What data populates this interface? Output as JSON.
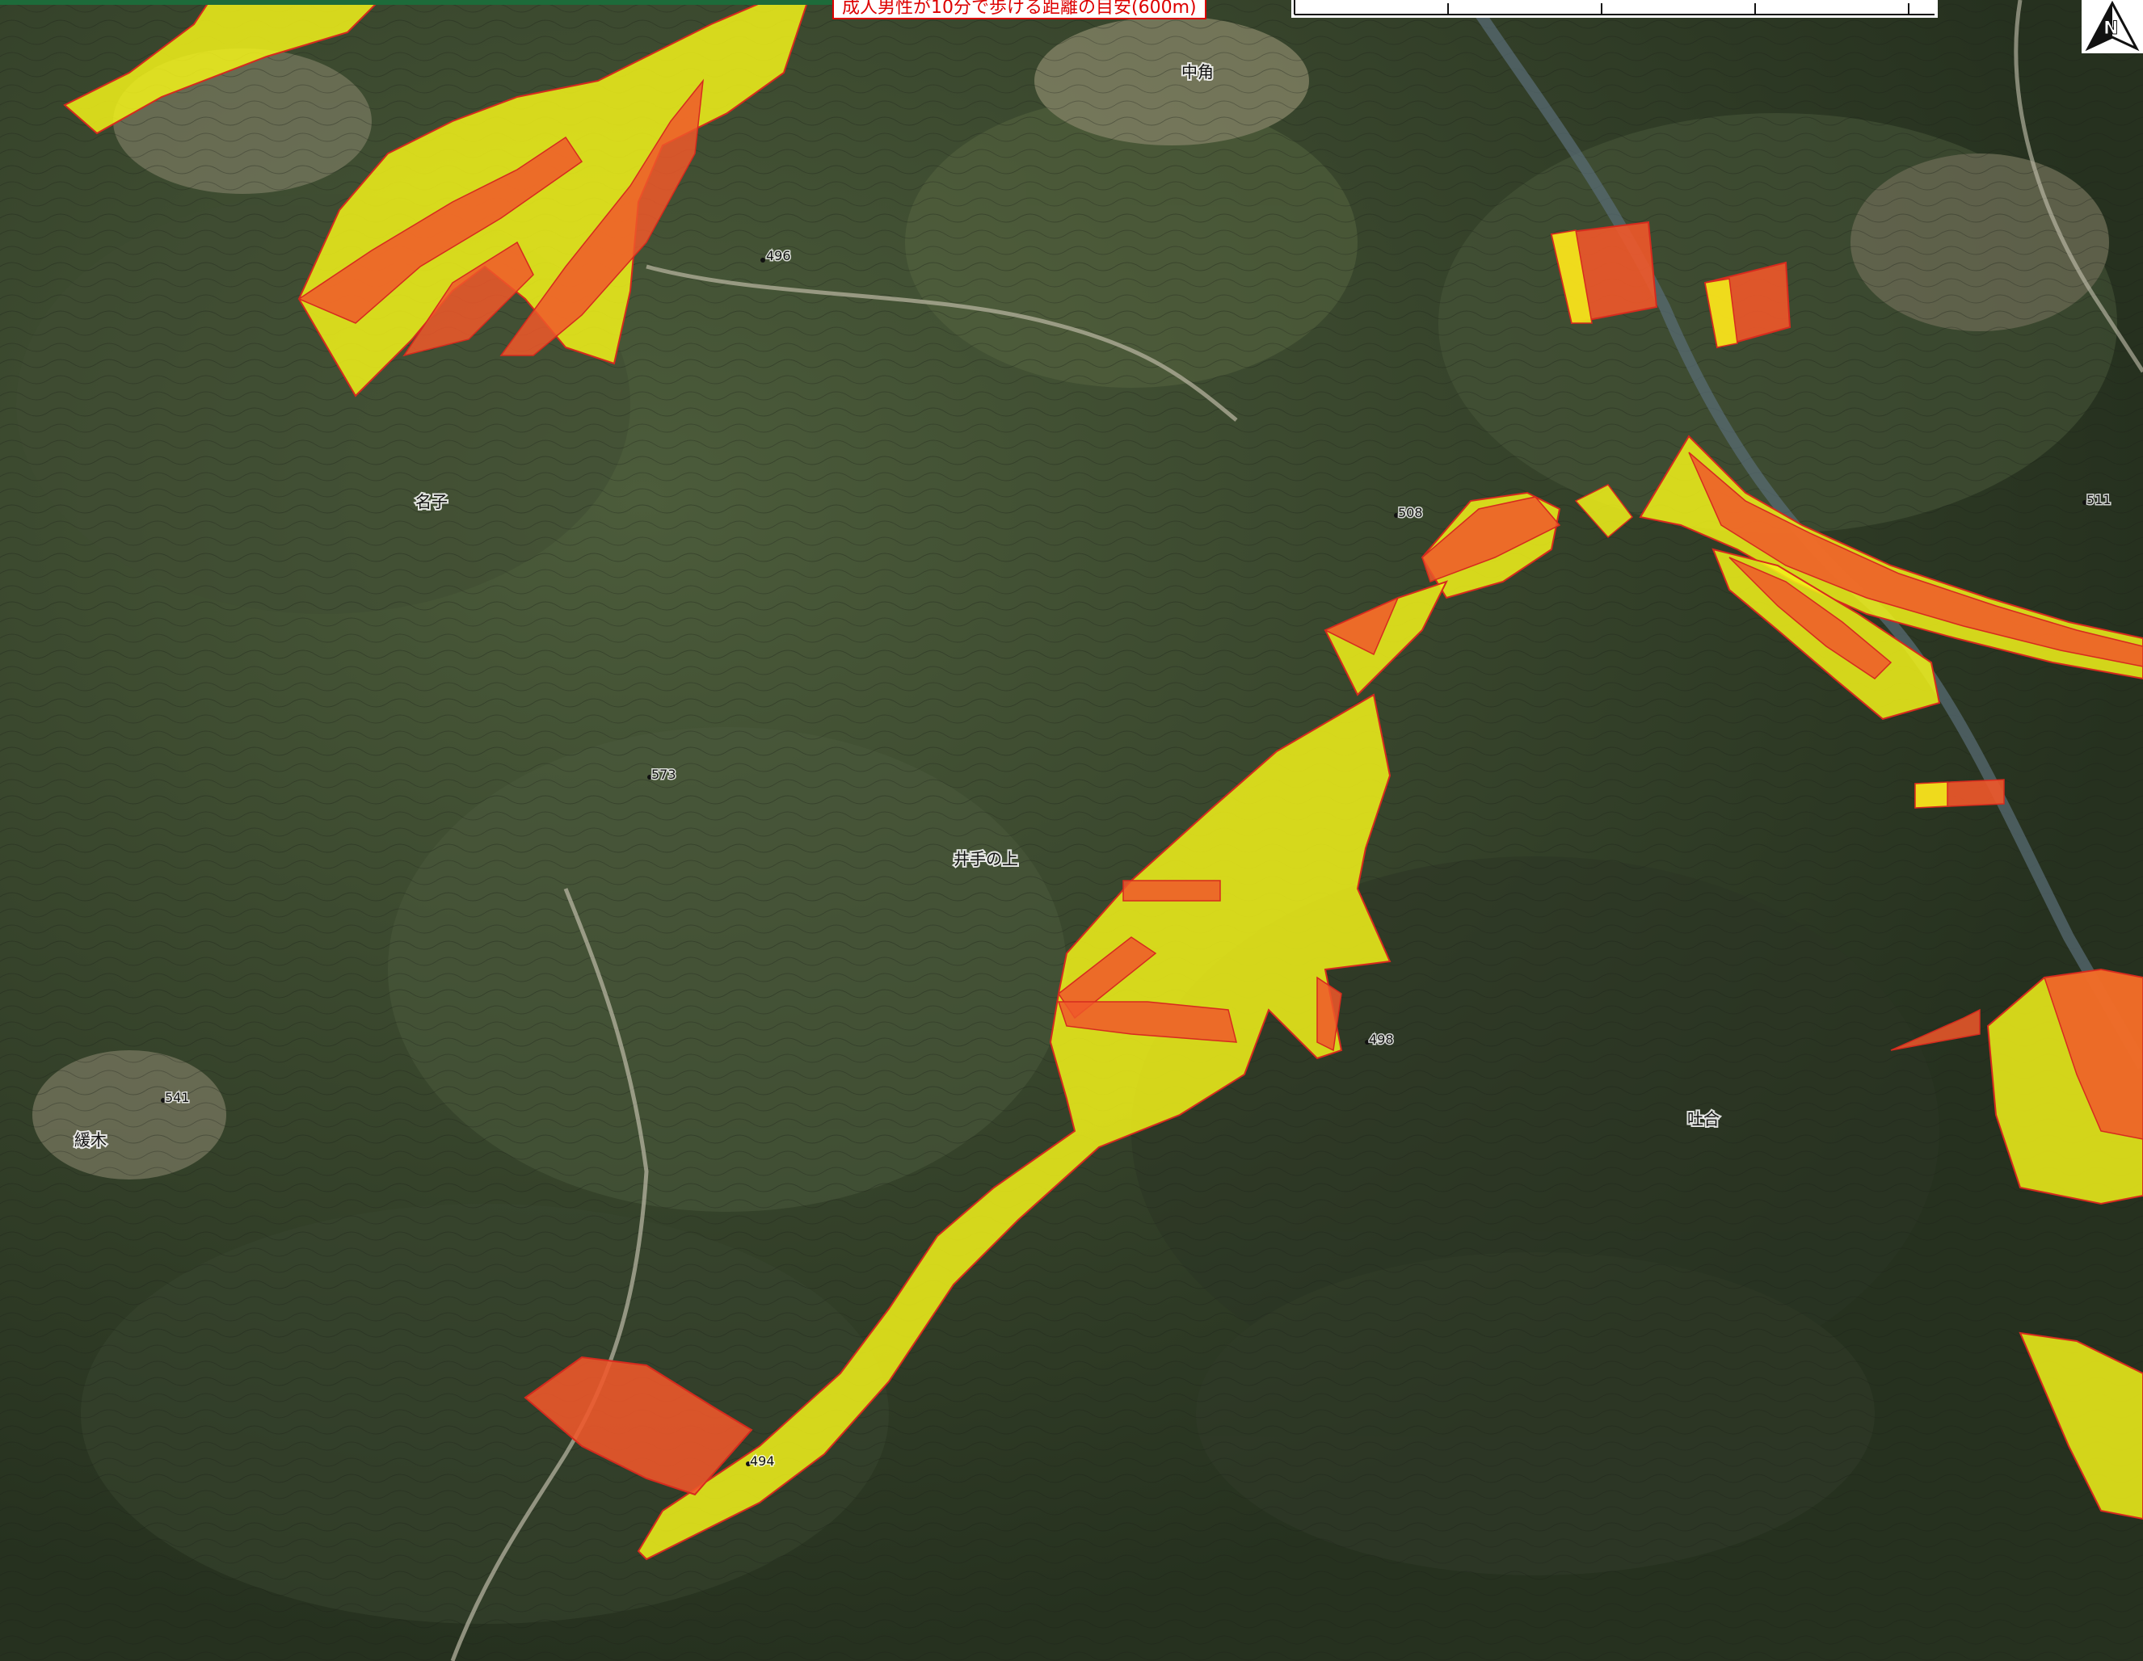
{
  "caption": {
    "text": "成人男性が10分で歩ける距離の目安(600m)"
  },
  "place_labels": [
    {
      "id": "nakatsuno",
      "text": "中角"
    },
    {
      "id": "nako",
      "text": "名子"
    },
    {
      "id": "idenoue",
      "text": "井手の上"
    },
    {
      "id": "yuruki",
      "text": "緩木"
    },
    {
      "id": "hakiai",
      "text": "吐合"
    }
  ],
  "spot_heights": [
    {
      "id": "h496",
      "text": "496"
    },
    {
      "id": "h508",
      "text": "508"
    },
    {
      "id": "h573",
      "text": "573"
    },
    {
      "id": "h511",
      "text": "511"
    },
    {
      "id": "h541",
      "text": "541"
    },
    {
      "id": "h498",
      "text": "498"
    },
    {
      "id": "h494",
      "text": "494"
    }
  ],
  "legend_colors": {
    "warning_zone": "#f2f21a",
    "special_warning_zone": "#f0582a",
    "zone_outline": "#d62a1e"
  },
  "icons": {
    "north": "north-arrow-icon"
  }
}
